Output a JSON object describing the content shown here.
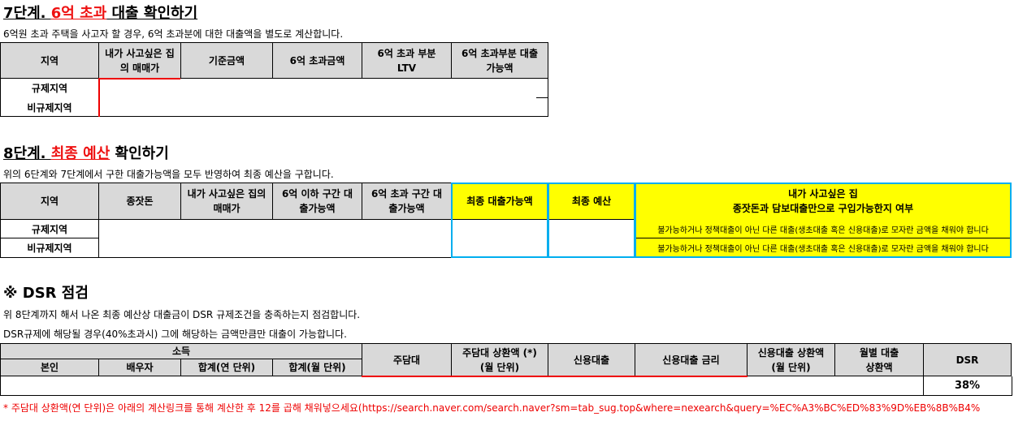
{
  "step7": {
    "title_prefix": "7단계. ",
    "title_highlight": "6억 초과",
    "title_suffix": " 대출 확인하기",
    "desc": "6억원 초과 주택을 사고자 할 경우, 6억 초과분에 대한 대출액을 별도로 계산합니다.",
    "headers": [
      "지역",
      "내가 사고싶은 집의 매매가",
      "기준금액",
      "6억 초과금액",
      "6억 초과 부분 LTV",
      "6억 초과부분 대출가능액"
    ],
    "rows": [
      "규제지역",
      "비규제지역"
    ]
  },
  "step8": {
    "title_prefix": "8단계. ",
    "title_highlight": "최종 예산",
    "title_suffix": " 확인하기",
    "desc": "위의 6단계와 7단계에서 구한 대출가능액을 모두 반영하여 최종 예산을 구합니다.",
    "headers": [
      "지역",
      "종잣돈",
      "내가 사고싶은 집의 매매가",
      "6억 이하 구간 대출가능액",
      "6억 초과 구간 대출가능액",
      "최종 대출가능액",
      "최종 예산",
      "내가 사고싶은 집",
      "종잣돈과 담보대출만으로 구입가능한지 여부"
    ],
    "rows": [
      "규제지역",
      "비규제지역"
    ],
    "results": [
      "불가능하거나 정책대출이 아닌 다른 대출(생초대출 혹은 신용대출)로 모자란 금액을 채워야 합니다",
      "불가능하거나 정책대출이 아닌 다른 대출(생초대출 혹은 신용대출)로 모자란 금액을 채워야 합니다"
    ]
  },
  "dsr": {
    "title": "※ DSR 점검",
    "desc1": "위 8단계까지 해서 나온 최종 예산상 대출금이 DSR 규제조건을 충족하는지 점검합니다.",
    "desc2": "DSR규제에 해당될 경우(40%초과시) 그에 해당하는 금액만큼만 대출이 가능합니다.",
    "headers": {
      "income": "소득",
      "self": "본인",
      "spouse": "배우자",
      "sum_year": "합계(연 단위)",
      "sum_month": "합계(월 단위)",
      "mortgage": "주담대",
      "mortgage_repay_1": "주담대 상환액 (*)",
      "mortgage_repay_2": "(월 단위)",
      "credit": "신용대출",
      "credit_rate": "신용대출 금리",
      "credit_repay_1": "신용대출 상환액",
      "credit_repay_2": "(월 단위)",
      "monthly_1": "월별 대출",
      "monthly_2": "상환액",
      "dsr": "DSR"
    },
    "dsr_value": "38%"
  },
  "footer": "* 주담대 상환액(연 단위)은 아래의 계산링크를 통해 계산한 후 12를 곱해 채워넣으세요(https://search.naver.com/search.naver?sm=tab_sug.top&where=nexearch&query=%EC%A3%BC%ED%83%9D%EB%8B%B4%",
  "colors": {
    "accent_red": "#e11111",
    "highlight_yellow": "#ffff00",
    "header_gray": "#d9d9d9",
    "cyan_border": "#00aeef"
  }
}
